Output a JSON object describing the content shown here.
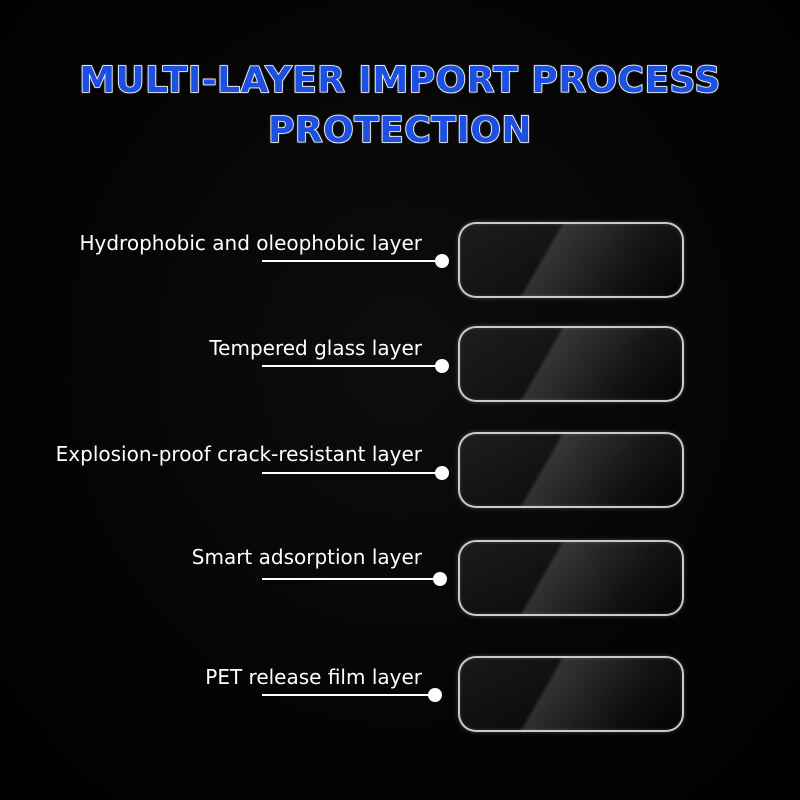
{
  "title": {
    "line1": "MULTI-LAYER IMPORT PROCESS",
    "line2": "PROTECTION"
  },
  "layers": [
    {
      "label": "Hydrophobic and oleophobic layer"
    },
    {
      "label": "Tempered glass layer"
    },
    {
      "label": "Explosion-proof crack-resistant layer"
    },
    {
      "label": "Smart adsorption layer"
    },
    {
      "label": "PET release film layer"
    }
  ],
  "colors": {
    "background": "#000000",
    "title_fill": "#1d4fe0",
    "title_outline": "#ffffff",
    "text": "#ffffff"
  }
}
